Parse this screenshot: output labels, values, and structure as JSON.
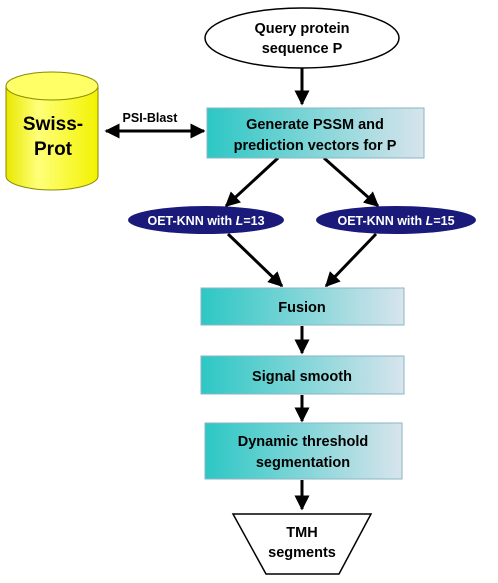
{
  "nodes": {
    "query": {
      "line1": "Query protein",
      "line2": "sequence P"
    },
    "database": {
      "line1": "Swiss-",
      "line2": "Prot"
    },
    "edge_label": "PSI-Blast",
    "generate": {
      "line1": "Generate PSSM and",
      "line2": "prediction vectors for P"
    },
    "oet_left": {
      "prefix": "OET-KNN with ",
      "var": "L",
      "suffix": "=13"
    },
    "oet_right": {
      "prefix": "OET-KNN with ",
      "var": "L",
      "suffix": "=15"
    },
    "fusion": "Fusion",
    "smooth": "Signal smooth",
    "threshold": {
      "line1": "Dynamic threshold",
      "line2": "segmentation"
    },
    "output": {
      "line1": "TMH",
      "line2": "segments"
    }
  },
  "colors": {
    "box_gradient_start": "#2cc7c4",
    "box_gradient_end": "#d8e4ec",
    "box_border": "#8ab6c4",
    "oval_fill": "#1a1a7a",
    "cylinder_fill": "#ffff3c",
    "arrow": "#000000"
  }
}
